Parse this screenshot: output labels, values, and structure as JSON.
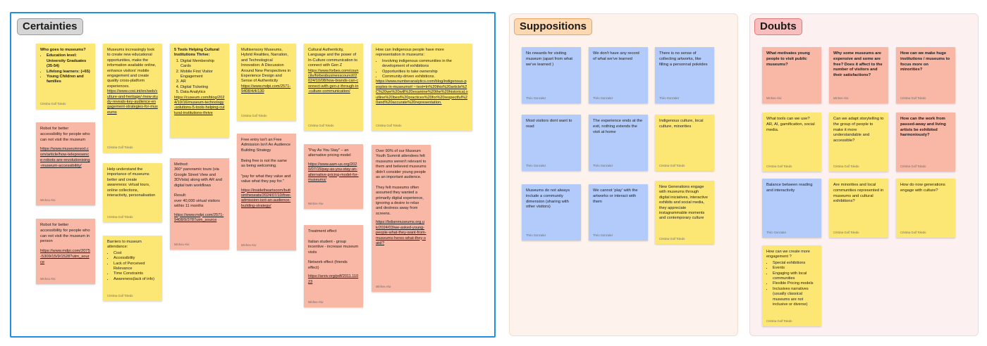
{
  "sections": {
    "certainties": {
      "title": "Certainties"
    },
    "suppositions": {
      "title": "Suppositions"
    },
    "doubts": {
      "title": "Doubts"
    }
  },
  "colors": {
    "yellow": "#fde774",
    "pink": "#f9b8a6",
    "blue": "#b3cbfb",
    "selection": "#1d8fe5"
  },
  "certainties": {
    "n1": {
      "title": "Who goes to museums?",
      "items": [
        "Education level: University Graduates (35-54)",
        "Lifelong learners: (+65)",
        "Young Children and families"
      ],
      "author": "Cristina Goif Toledo"
    },
    "n2": {
      "text": "Robot for better accessibility for people who can not visit the museum",
      "link": "https://www.museumnext.com/article/how-telepresence-robots-are-revolutionising-museum-accessibility/",
      "author": "Minhea Alvi"
    },
    "n3": {
      "text": "Robot for better accessibility for people who can not visit the museum in person",
      "link": "https://www.mdpi.com/2075-5309/15/9/1528?utm_source",
      "author": "Minhea Alvi"
    },
    "n4": {
      "text": "Museums increasingly look to create new educational opportunities, make the information available online, enhance visitors' mobile engagement and create quality cross-platform experiences.",
      "link": "https://www.cosi.int/en/web/culture-and-heritage/-/new-study-reveals-key-audience-engagement-strategies-for-museums",
      "author": "Cristina Goif Toledo"
    },
    "n5": {
      "text": "Help understand the importance of museums better and create awareness: virtual tours, online collections, interactivity, personalisation",
      "author": "Cristina Goif Toledo"
    },
    "n6": {
      "title": "Barriers to museum attendance:",
      "items": [
        "Cost",
        "Accessibility",
        "Lack of Perceived Relevance",
        "Time Constraints",
        "Awareness(lack of info)"
      ],
      "author": "Cristina Goif Toledo"
    },
    "n7": {
      "title": "5 Tools Helping Cultural Institutions Thrive:",
      "items": [
        "Digital Membership Cards",
        "Mobile First Visitor Engagement",
        "AR",
        "Digital Ticketing",
        "Data Analytics"
      ],
      "link": "https://cuseum.com/blog/2024/10/16/museum-technology-solutions-5-tools-helping-cultural-institutions-thrive",
      "author": ""
    },
    "n8": {
      "text": "Method:\n360° panoramic tours (via Google Street View and 3DVista) along with AR and digital twin workflows\n\nResult:\nover 40,000 virtual visitors within 11 months",
      "link": "https://www.mdpi.com/2571-9408/9/3787utm_source",
      "author": "Minhea Alvi"
    },
    "n9": {
      "text": "Multisensory Museums, Hybrid Realities, Narration, and Technological Innovation: A Discussion Around New Perspectives in Experience Design and Sense of Authenticity",
      "link": "https://www.mdpi.com/2571-9408/4/4/130",
      "author": "Cristina Goif Toledo"
    },
    "n10": {
      "text": "Free entry isn't an Free Admission Isn't An Audience Building Strategy\n\nBeing free is not the same as being welcoming.\n\n\"pay for what they value and value what they pay for.\"",
      "link": "https://insidetheartscom/buttsintheseats/2024/07/10/free-admission-isnt-an-audience-building-strategy/",
      "author": "Minhea Alvi"
    },
    "n11": {
      "text": "Cultural Authenticity, Language and the power of In-Culture communication to connect with Gen Z",
      "link": "https://www.forbes.com/councils/forbesbusinesscouncil/2024/10/08/how-brands-can-connect-with-gen-z-through-in-culture-communication/",
      "author": "Cristina Goif Toledo"
    },
    "n12": {
      "text": "\"Pay As You Stay\" – an alternative pricing model",
      "link": "https://www.aam-us.org/2020/07/15/pay-as-you-stay-an-alternative-pricing-model-for-museums/",
      "author": "Minhee Alvi"
    },
    "n13": {
      "text": "Treatment effect\n\nItalian student - group incentive - increase museum visits\n\nNetwork effect (friends effect)",
      "link": "https://arxiv.org/pdf/2011.11023",
      "author": "Minhee Alvi"
    },
    "n14": {
      "title": "How can Indigenous people have more representation in museums:",
      "items": [
        "Involving indigenous communities in the development of exhibitions",
        "Opportunities to take ownership",
        "Community-driven exhibitions."
      ],
      "link": "https://www.numberanalytics.com/blog/indigenous-peoples-in-museums#:~:text=In%20this%20article%2C%20we%20will%20examine%20the%20historical,outline%20best%20practices%20for%20respectful%20and%20accurate%20representation.",
      "author": "Cristina Goif Toledo"
    },
    "n15": {
      "text": "Over 90% of our Museum Youth Summit attendees felt museums weren't relevant to them and believed museums didn't consider young people as an important audience.\n\nThey felt museums often assumed they wanted a primarily digital experience, ignoring a desire to relax and destress away from screens.",
      "link": "https://bdianmuseums.org.uk/2024/03/we-asked-young-people-what-they-want-from-museums-heres-what-they-said/?",
      "author": "Minhee Alvi"
    }
  },
  "suppositions": [
    {
      "text": "No rewards for visiting museum (apart from what we've learned )",
      "author": "Théo Gonzalez"
    },
    {
      "text": "We don't have any record of what we've learned",
      "author": "Théo Gonzalez"
    },
    {
      "text": "There is no sense of collecting artworks, like filling a personnal pokédex",
      "author": "Théo Gonzalez"
    },
    {
      "text": "Most visitors dont want to read",
      "author": "Théo Gonzalez"
    },
    {
      "text": "The experience ends at the exit, nothing extends the visit at home",
      "author": "Théo Gonzalez"
    },
    {
      "text": "Indigenous culture, local culture, minorities",
      "author": "Cristina Goif Toledo"
    },
    {
      "text": "Museums do not always include a community dimension (sharing with other visitors)",
      "author": "Théo Gonzalez"
    },
    {
      "text": "We cannot 'play' with the artworks or interact with them",
      "author": "Théo Gonzalez"
    },
    {
      "text": "New Generations engage with museums through digital iniciatives, interactive exhibits and social media, they appreciate instagrammable moments and contemporary culture",
      "author": "Cristina Goif Toledo"
    }
  ],
  "doubts": [
    {
      "text": "What motivates young people to visit public museums?",
      "author": "Minhee Alvi"
    },
    {
      "text": "Why some museums are expensive and some are free? Does it affect to the number of visitors and their satisfactions?",
      "author": "Minhee Alvi"
    },
    {
      "text": "How can we make huge institutions / museums to focus more on minorities?",
      "author": "Cristina Goif Toledo"
    },
    {
      "text": "What tools can we use? AR, AI, gamification, social media.",
      "author": "Cristina Goif Toledo"
    },
    {
      "text": "Can we adapt storytelling to the group of people to make it more understandable and accessible?",
      "author": "Cristina Goif Toledo"
    },
    {
      "text": "How can the work from passed-away and living artists be exhibited harmoniously?",
      "author": "Cristina Goif Toledo"
    },
    {
      "text": "Balance between reading and interactivity",
      "author": "Théo Gonzalez"
    },
    {
      "text": "Are minorities and local communities represented in museums and cultural exhibitions?",
      "author": "Cristina Goif Toledo"
    },
    {
      "text": "How do now generations engage with culture?",
      "author": "Cristina Goif Toledo"
    },
    {
      "title": "How can we create more engagement ?",
      "items": [
        "Special exhibitions",
        "Events",
        "Engaging with local communities",
        "Flexible Pricing models",
        "Inclusives narratives (usually classical museums are not inclusive or diverse)"
      ],
      "author": "Cristina Goif Toledo"
    }
  ]
}
